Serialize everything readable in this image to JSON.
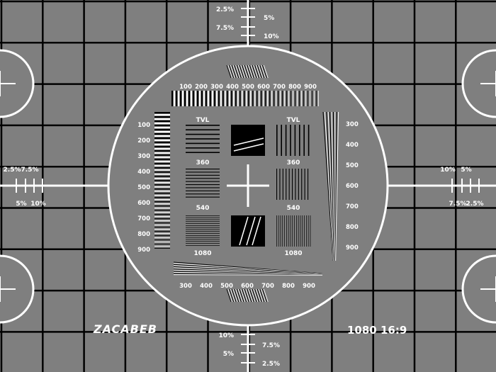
{
  "chart_data": {
    "type": "test-pattern",
    "brand": "ZACABEB",
    "format_label": "1080 16:9",
    "tvl_heading": "TVL",
    "tvl_values": [
      "360",
      "540",
      "1080"
    ],
    "scale_top": [
      "100",
      "200",
      "300",
      "400",
      "500",
      "600",
      "700",
      "800",
      "900"
    ],
    "scale_left": [
      "100",
      "200",
      "300",
      "400",
      "500",
      "600",
      "700",
      "800",
      "900"
    ],
    "scale_right": [
      "300",
      "400",
      "500",
      "600",
      "700",
      "800",
      "900"
    ],
    "scale_bottom": [
      "300",
      "400",
      "500",
      "600",
      "700",
      "800",
      "900"
    ],
    "percent_marks": [
      "2.5%",
      "5%",
      "7.5%",
      "10%"
    ],
    "colors": {
      "background": "#7f7f7f",
      "lines": "#000000",
      "circle": "#ffffff"
    }
  }
}
